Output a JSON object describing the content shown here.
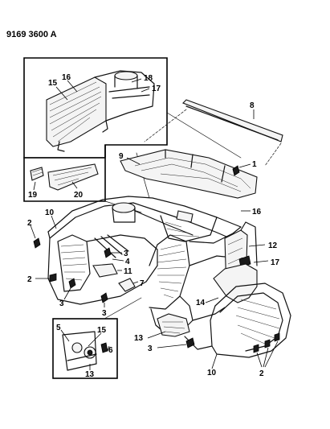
{
  "header": {
    "diagram_code": "9169 3600 A"
  },
  "callouts": {
    "c1": "1",
    "c2a": "2",
    "c2b": "2",
    "c2c": "2",
    "c3a": "3",
    "c3b": "3",
    "c3c": "3",
    "c3d": "3",
    "c4": "4",
    "c5": "5",
    "c6": "6",
    "c7": "7",
    "c8": "8",
    "c9": "9",
    "c10a": "10",
    "c10b": "10",
    "c11": "11",
    "c12": "12",
    "c13a": "13",
    "c13b": "13",
    "c14": "14",
    "c15a": "15",
    "c15b": "15",
    "c16a": "16",
    "c16b": "16",
    "c17a": "17",
    "c17b": "17",
    "c18": "18",
    "c19": "19",
    "c20": "20"
  }
}
